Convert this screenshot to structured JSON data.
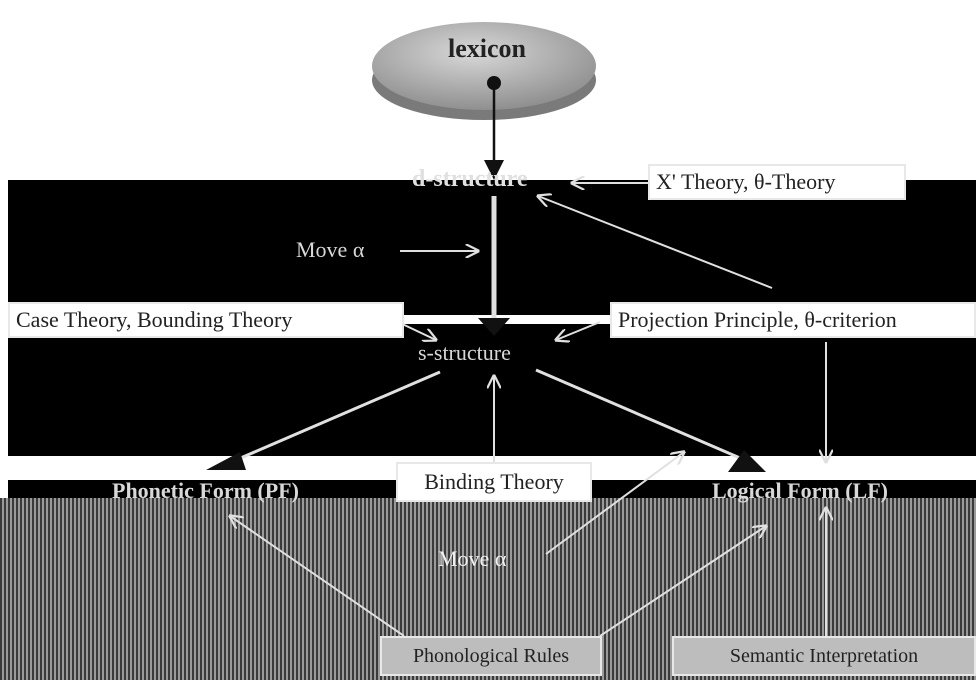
{
  "nodes": {
    "lexicon": "lexicon",
    "d_structure": "d-structure",
    "s_structure": "s-structure",
    "phonetic_form": "Phonetic Form (PF)",
    "logical_form": "Logical Form (LF)"
  },
  "boxes": {
    "xbar_theta": "X' Theory, θ-Theory",
    "case_bounding": "Case Theory, Bounding Theory",
    "projection_theta": "Projection Principle, θ-criterion",
    "binding": "Binding Theory",
    "bottom_left": "Phonological Rules",
    "bottom_right": "Semantic Interpretation"
  },
  "labels": {
    "move_alpha_top": "Move α",
    "move_alpha_bottom": "Move α"
  },
  "colors": {
    "lexicon_fill": "#b8b8b8",
    "background_band": "#000000",
    "arrow_light": "#e0e0e0",
    "arrow_dark": "#111111"
  }
}
